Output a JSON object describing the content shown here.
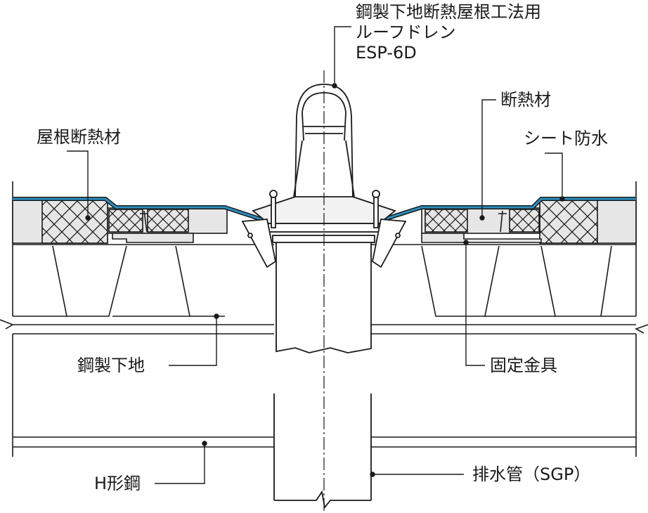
{
  "title_lines": [
    "鋼製下地断熱屋根工法用",
    "ルーフドレン",
    "ESP-6D"
  ],
  "labels": {
    "insulation": "断熱材",
    "roof_insulation": "屋根断熱材",
    "sheet_waterproof": "シート防水",
    "steel_base": "鋼製下地",
    "fixing_bracket": "固定金具",
    "h_beam": "H形鋼",
    "drain_pipe": "排水管（SGP）"
  },
  "colors": {
    "line": "#1a1a1a",
    "membrane": "#2b8fc0",
    "fill": "#e6e6e6"
  }
}
